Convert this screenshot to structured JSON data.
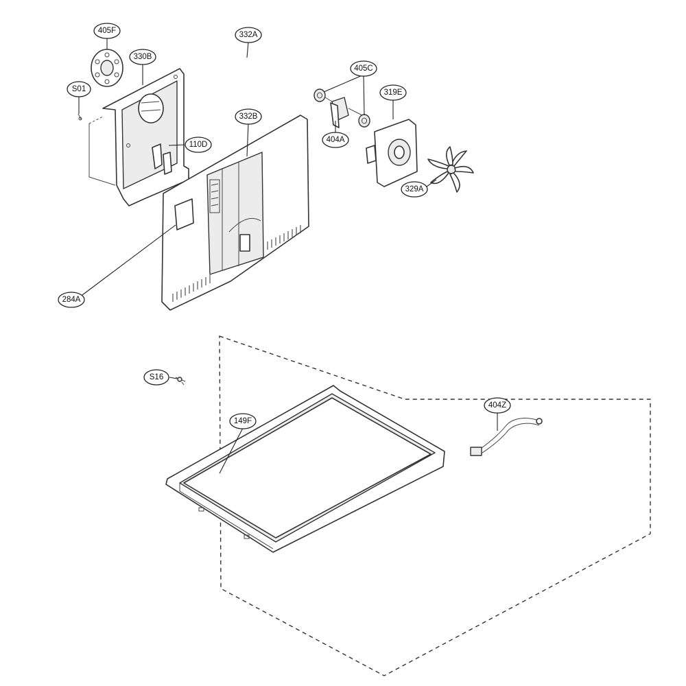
{
  "callouts": [
    {
      "id": "405F"
    },
    {
      "id": "332A"
    },
    {
      "id": "330B"
    },
    {
      "id": "S01"
    },
    {
      "id": "405C"
    },
    {
      "id": "319E"
    },
    {
      "id": "332B"
    },
    {
      "id": "110D"
    },
    {
      "id": "404A"
    },
    {
      "id": "329A"
    },
    {
      "id": "284A"
    },
    {
      "id": "S16"
    },
    {
      "id": "149F"
    },
    {
      "id": "404Z"
    }
  ]
}
